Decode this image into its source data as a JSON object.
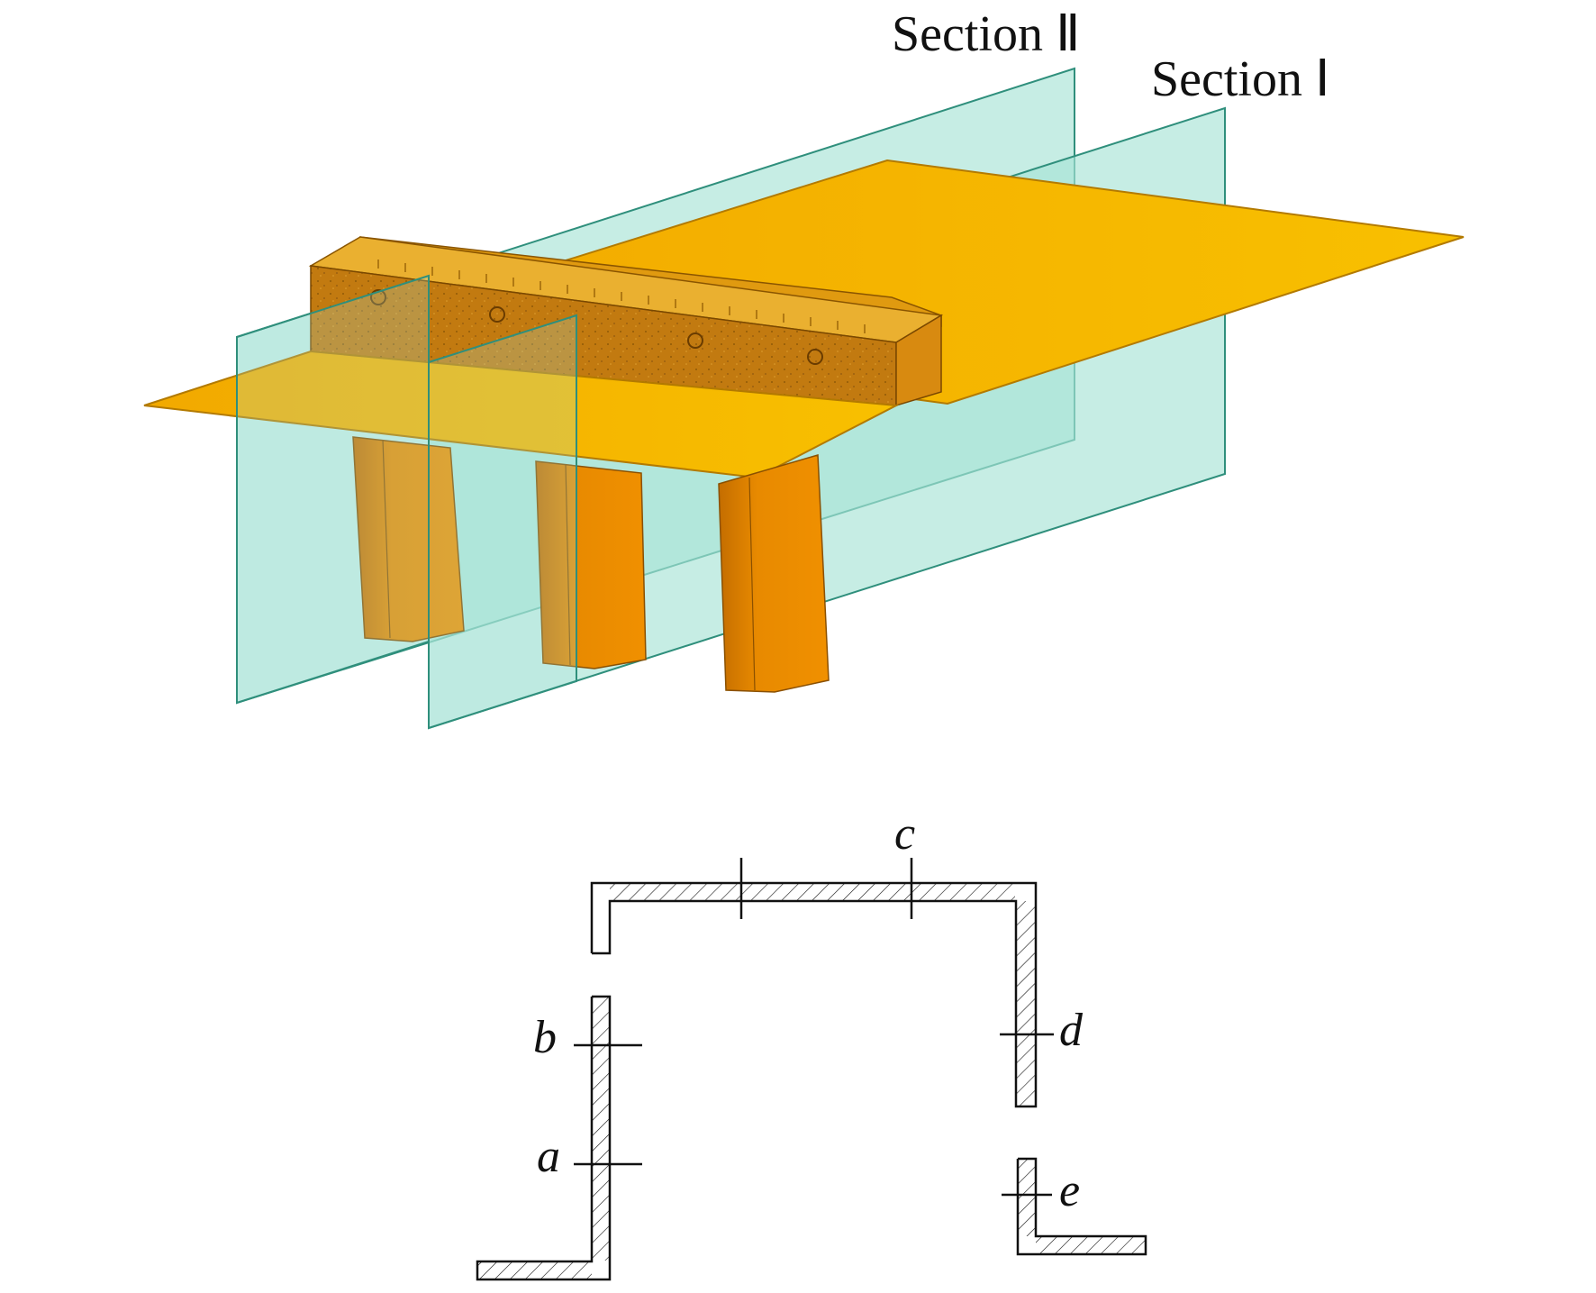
{
  "sections": [
    {
      "id": "II",
      "label": "Section Ⅱ"
    },
    {
      "id": "I",
      "label": "Section Ⅰ"
    }
  ],
  "points": {
    "a": "a",
    "b": "b",
    "c": "c",
    "d": "d",
    "e": "e"
  },
  "colors": {
    "deck": "#f6b800",
    "girder": "#e58a00",
    "girder_dark": "#c76f00",
    "plane": "#a7e3d6",
    "plane_edge": "#2f8f7c",
    "line": "#111111"
  }
}
